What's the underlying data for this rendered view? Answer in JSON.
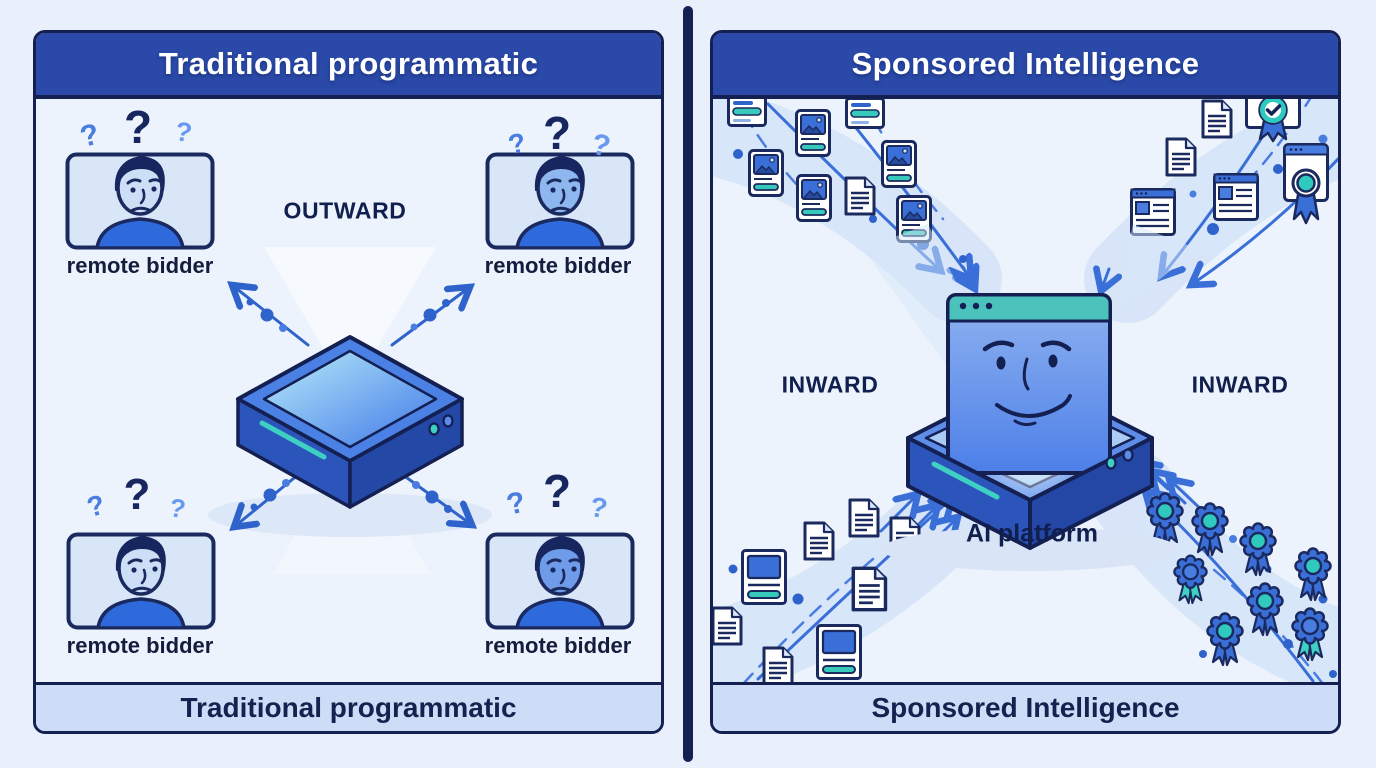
{
  "colors": {
    "header_blue": "#2a49a8",
    "navy_outline": "#141f52",
    "panel_bg": "#edf3fc",
    "footer_bg": "#cddcf7",
    "arrow_blue": "#2f63cc",
    "teal_accent": "#2fc9bd",
    "card_blue": "#3a6fd8",
    "shirt_blue": "#2e6adb"
  },
  "left_panel": {
    "header": "Traditional programmatic",
    "footer": "Traditional programmatic",
    "direction_label": "OUTWARD",
    "bidders": [
      {
        "label": "remote bidder",
        "position": "top-left"
      },
      {
        "label": "remote bidder",
        "position": "top-right"
      },
      {
        "label": "remote bidder",
        "position": "bottom-left"
      },
      {
        "label": "remote bidder",
        "position": "bottom-right"
      }
    ]
  },
  "right_panel": {
    "header": "Sponsored Intelligence",
    "footer": "Sponsored Intelligence",
    "inward_left": "INWARD",
    "inward_right": "INWARD",
    "platform_label": "AI platform"
  }
}
